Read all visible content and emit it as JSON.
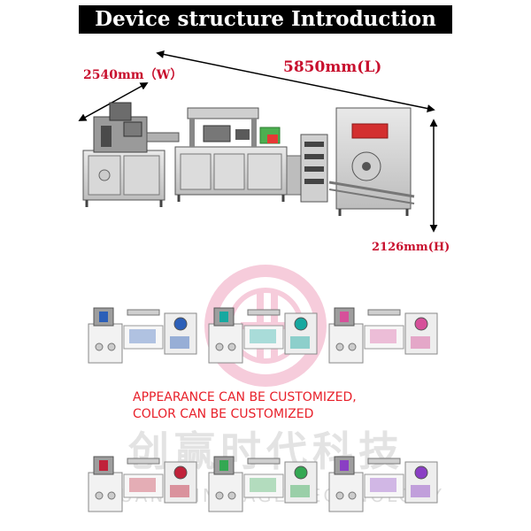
{
  "title": "Device structure Introduction",
  "dimensions": {
    "width_label": "2540mm（W）",
    "length_label": "5850mm(L)",
    "height_label": "2126mm(H)"
  },
  "notice": {
    "line1": "APPEARANCE CAN BE CUSTOMIZED,",
    "line2": "COLOR CAN BE CUSTOMIZED"
  },
  "watermark": {
    "chinese": "创赢时代科技",
    "english": "CHUANGYING AGE TECHNOLOGY"
  },
  "colors": {
    "dimension_text": "#c8102e",
    "notice_text": "#e8202a",
    "variants": [
      "#2c5fb8",
      "#17a8a0",
      "#d6509a",
      "#c0223a",
      "#34a853",
      "#8a3fc4"
    ]
  }
}
